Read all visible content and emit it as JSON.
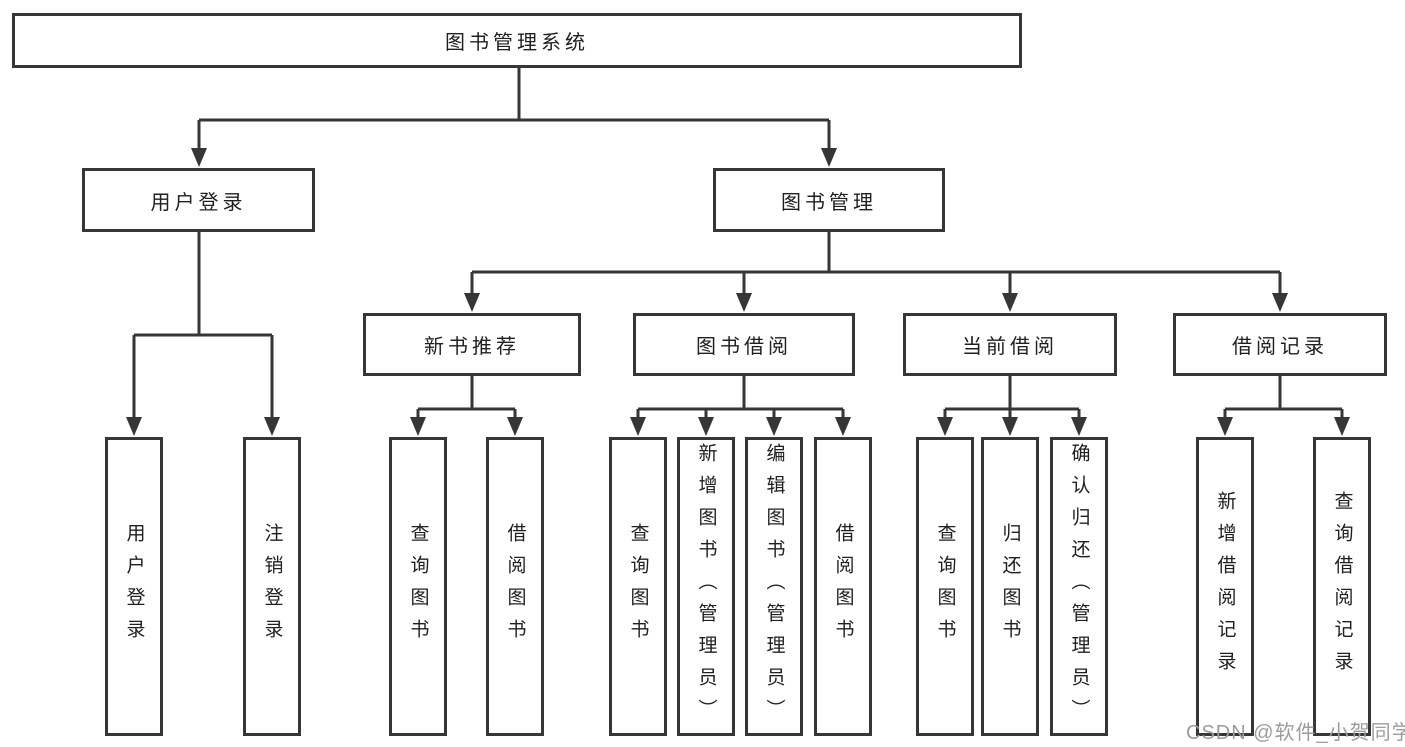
{
  "tree": {
    "root": {
      "label": "图书管理系统"
    },
    "branches": [
      {
        "label": "用户登录",
        "children": [
          {
            "label": "用户登录"
          },
          {
            "label": "注销登录"
          }
        ]
      },
      {
        "label": "图书管理",
        "children": [
          {
            "label": "新书推荐",
            "children": [
              {
                "label": "查询图书"
              },
              {
                "label": "借阅图书"
              }
            ]
          },
          {
            "label": "图书借阅",
            "children": [
              {
                "label": "查询图书"
              },
              {
                "label": "新增图书（管理员）"
              },
              {
                "label": "编辑图书（管理员）"
              },
              {
                "label": "借阅图书"
              }
            ]
          },
          {
            "label": "当前借阅",
            "children": [
              {
                "label": "查询图书"
              },
              {
                "label": "归还图书"
              },
              {
                "label": "确认归还（管理员）"
              }
            ]
          },
          {
            "label": "借阅记录",
            "children": [
              {
                "label": "新增借阅记录"
              },
              {
                "label": "查询借阅记录"
              }
            ]
          }
        ]
      }
    ]
  },
  "watermark": {
    "text": "CSDN @软件_小贺同学"
  },
  "colors": {
    "line": "#363636",
    "text": "#202020",
    "watermark": "#9c9c9c",
    "background": "#ffffff"
  }
}
